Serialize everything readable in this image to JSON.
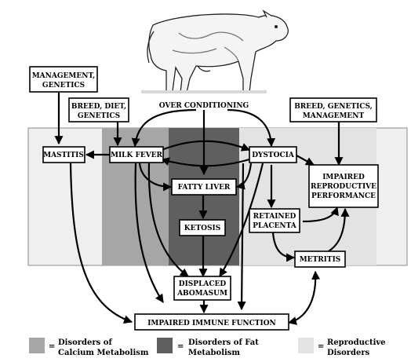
{
  "colors": {
    "background_panel": "#efefef",
    "calcium_band": "#a6a6a6",
    "fat_band": "#5f5f5f",
    "reproductive_band": "#e3e3e3",
    "box_fill": "#ffffff",
    "ink": "#000000"
  },
  "image": {
    "icon": "cow-illustration"
  },
  "nodes": {
    "management_genetics": [
      "MANAGEMENT,",
      "GENETICS"
    ],
    "breed_diet_genetics": [
      "BREED, DIET,",
      "GENETICS"
    ],
    "over_conditioning": "OVER CONDITIONING",
    "breed_genetics_management": [
      "BREED, GENETICS,",
      "MANAGEMENT"
    ],
    "mastitis": "MASTITIS",
    "milk_fever": "MILK FEVER",
    "dystocia": "DYSTOCIA",
    "fatty_liver": "FATTY LIVER",
    "impaired_reproductive_performance": [
      "IMPAIRED",
      "REPRODUCTIVE",
      "PERFORMANCE"
    ],
    "ketosis": "KETOSIS",
    "retained_placenta": [
      "RETAINED",
      "PLACENTA"
    ],
    "metritis": "METRITIS",
    "displaced_abomasum": [
      "DISPLACED",
      "ABOMASUM"
    ],
    "impaired_immune_function": "IMPAIRED IMMUNE FUNCTION"
  },
  "legend": [
    {
      "label_lines": [
        "Disorders of",
        "Calcium Metabolism"
      ],
      "color": "#a6a6a6"
    },
    {
      "label_lines": [
        "Disorders of Fat",
        "Metabolism"
      ],
      "color": "#5f5f5f"
    },
    {
      "label_lines": [
        "Reproductive",
        "Disorders"
      ],
      "color": "#e3e3e3"
    }
  ]
}
